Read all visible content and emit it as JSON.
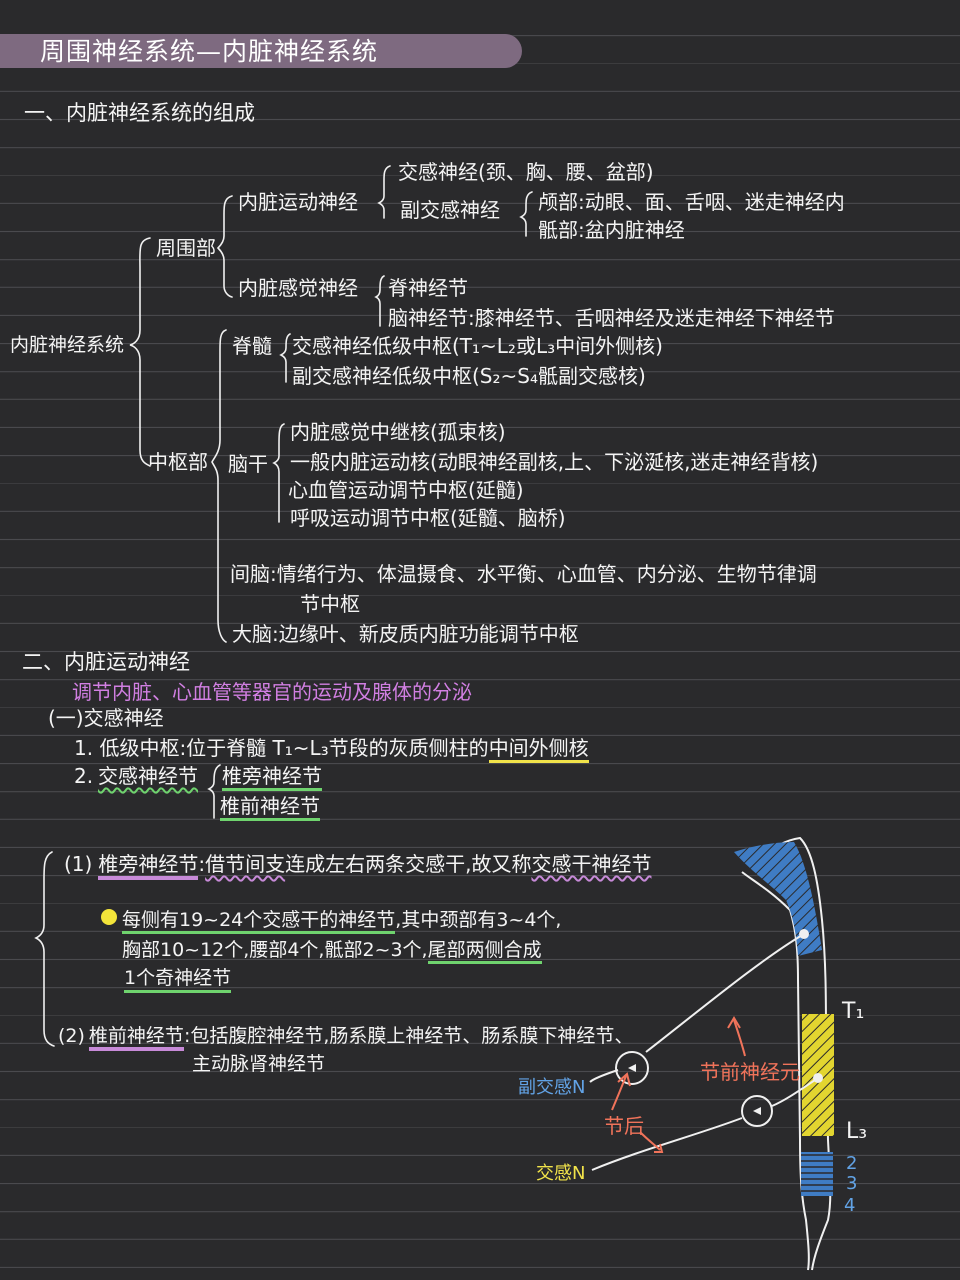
{
  "title": "周围神经系统—内脏神经系统",
  "section1": {
    "heading": "一、内脏神经系统的组成",
    "root": "内脏神经系统",
    "peripheral": "周围部",
    "visceral_motor": "内脏运动神经",
    "sympathetic": "交感神经(颈、胸、腰、盆部)",
    "parasympathetic": "副交感神经",
    "cranial_part": "颅部:动眼、面、舌咽、迷走神经内",
    "sacral_part": "骶部:盆内脏神经",
    "visceral_sensory": "内脏感觉神经",
    "spinal_ganglion": "脊神经节",
    "cranial_ganglion": "脑神经节:膝神经节、舌咽神经及迷走神经下神经节",
    "central": "中枢部",
    "spinal_cord": "脊髓",
    "sc_sym": "交感神经低级中枢(T₁~L₂或L₃中间外侧核)",
    "sc_para": "副交感神经低级中枢(S₂~S₄骶副交感核)",
    "brainstem": "脑干",
    "bs_1": "内脏感觉中继核(孤束核)",
    "bs_2": "一般内脏运动核(动眼神经副核,上、下泌涎核,迷走神经背核)",
    "bs_3": "心血管运动调节中枢(延髓)",
    "bs_4": "呼吸运动调节中枢(延髓、脑桥)",
    "diencephalon_1": "间脑:情绪行为、体温摄食、水平衡、心血管、内分泌、生物节律调",
    "diencephalon_2": "节中枢",
    "cerebrum": "大脑:边缘叶、新皮质内脏功能调节中枢"
  },
  "section2": {
    "heading": "二、内脏运动神经",
    "desc": "调节内脏、心血管等器官的运动及腺体的分泌",
    "sub1": "(一)交感神经",
    "item1_prefix": "1. 低级中枢:位于脊髓 T₁~L₃节段的灰质侧柱的",
    "item1_hl": "中间外侧核",
    "item2": "2.",
    "item2_label": "交感神经节",
    "para_label": "椎旁神经节",
    "pre_label": "椎前神经节"
  },
  "section3": {
    "p1_num": "(1)",
    "p1_label": "椎旁神经节",
    "p1_sep": ":",
    "p1_mid1": "借节间支",
    "p1_mid2": "连成左右两条交感干,故又称",
    "p1_end": "交感干神经节",
    "b1_hl": "每侧有19~24个交感干的神经节",
    "b1_rest": ",其中颈部有3~4个,",
    "b2_start": "胸部10~12个,腰部4个,骶部2~3个,",
    "b2_hl": "尾部两侧合成",
    "b3_hl": "1个奇神经节",
    "p2_num": "(2)",
    "p2_label": "椎前神经节",
    "p2_text": ":包括腹腔神经节,肠系膜上神经节、肠系膜下神经节、",
    "p2_text2": "主动脉肾神经节"
  },
  "diagram": {
    "t1": "T₁",
    "l3": "L₃",
    "n2": "2",
    "n3": "3",
    "n4": "4",
    "pre_neuron": "节前神经元",
    "post": "节后",
    "para_n": "副交感N",
    "sym_n": "交感N",
    "colors": {
      "blue": "#4f8fd6",
      "yellow": "#e8dc3a",
      "orange": "#f0735a"
    }
  }
}
